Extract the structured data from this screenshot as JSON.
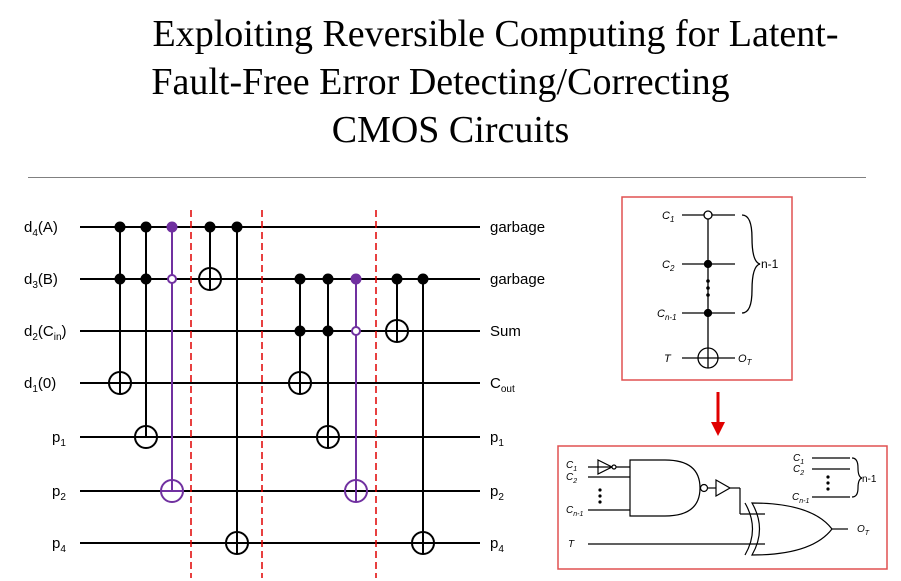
{
  "title": {
    "line1": "Exploiting Reversible Computing for Latent-",
    "line2": "Fault-Free Error Detecting/Correcting",
    "line3": "CMOS Circuits"
  },
  "circuit": {
    "inputs": [
      "d4(A)",
      "d3(B)",
      "d2(Cin)",
      "d1(0)",
      "p1",
      "p2",
      "p4"
    ],
    "outputs": [
      "garbage",
      "garbage",
      "Sum",
      "Cout",
      "p1",
      "p2",
      "p4"
    ]
  },
  "toffoli_box": {
    "controls": [
      "C1",
      "C2",
      "Cn-1"
    ],
    "target_in": "T",
    "target_out": "OT",
    "group_label": "n-1"
  },
  "cmos_box": {
    "inputs": [
      "C1",
      "C2",
      "Cn-1"
    ],
    "target_in": "T",
    "output": "OT",
    "group_labels": [
      "C1",
      "C2",
      "Cn-1"
    ],
    "group_count": "n-1"
  },
  "colors": {
    "accent_purple": "#7030a0",
    "divider_red": "#e00000",
    "box_border": "#e05050",
    "arrow_red": "#e00000"
  }
}
